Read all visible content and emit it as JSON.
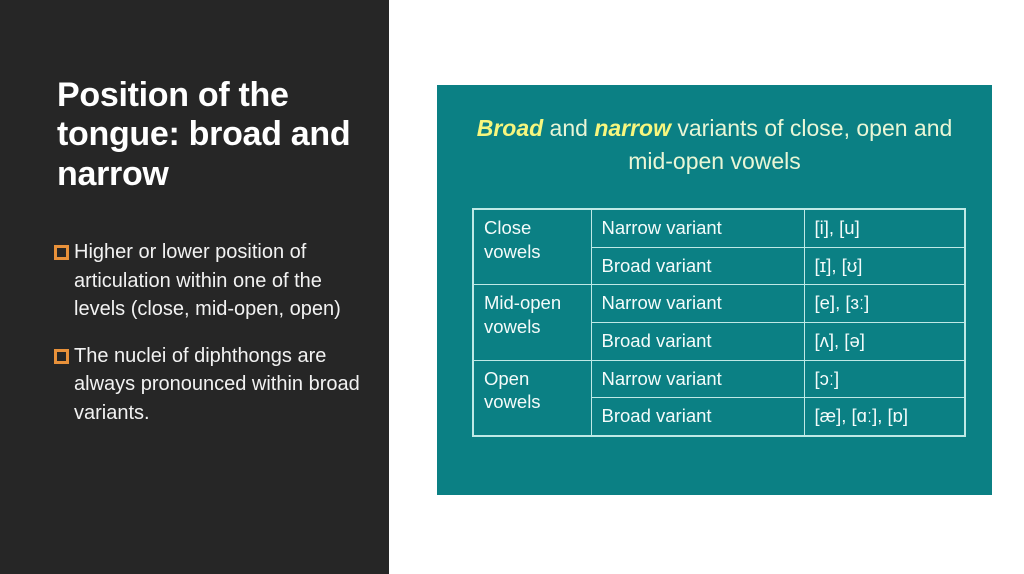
{
  "slide": {
    "title": "Position of the tongue: broad and narrow",
    "bullets": [
      "Higher or lower position of articulation within one of the levels (close, mid-open, open)",
      "The nuclei of diphthongs are always pronounced within broad variants."
    ],
    "bullet_marker": "hollow-square-shadow"
  },
  "panel": {
    "heading": {
      "em1": "Broad",
      "mid": " and ",
      "em2": "narrow",
      "rest": " variants of close, open and mid-open vowels"
    },
    "table": {
      "groups": [
        {
          "name": "Close vowels",
          "rows": [
            {
              "variant": "Narrow variant",
              "symbols": "[i], [u]"
            },
            {
              "variant": "Broad variant",
              "symbols": "[ɪ], [ʊ]"
            }
          ]
        },
        {
          "name": "Mid-open vowels",
          "rows": [
            {
              "variant": "Narrow variant",
              "symbols": "[e], [ɜː]"
            },
            {
              "variant": "Broad variant",
              "symbols": "[ʌ], [ə]"
            }
          ]
        },
        {
          "name": "Open vowels",
          "rows": [
            {
              "variant": "Narrow variant",
              "symbols": "[ɔː]"
            },
            {
              "variant": "Broad variant",
              "symbols": "[æ], [ɑː], [ɒ]"
            }
          ]
        }
      ]
    }
  },
  "colors": {
    "dark_panel": "#262626",
    "teal_panel": "#0b8084",
    "bullet_orange": "#e8913a",
    "heading_accent": "#f6f67e",
    "heading_text": "#e9f6d6",
    "table_border": "#bfe9e6"
  }
}
